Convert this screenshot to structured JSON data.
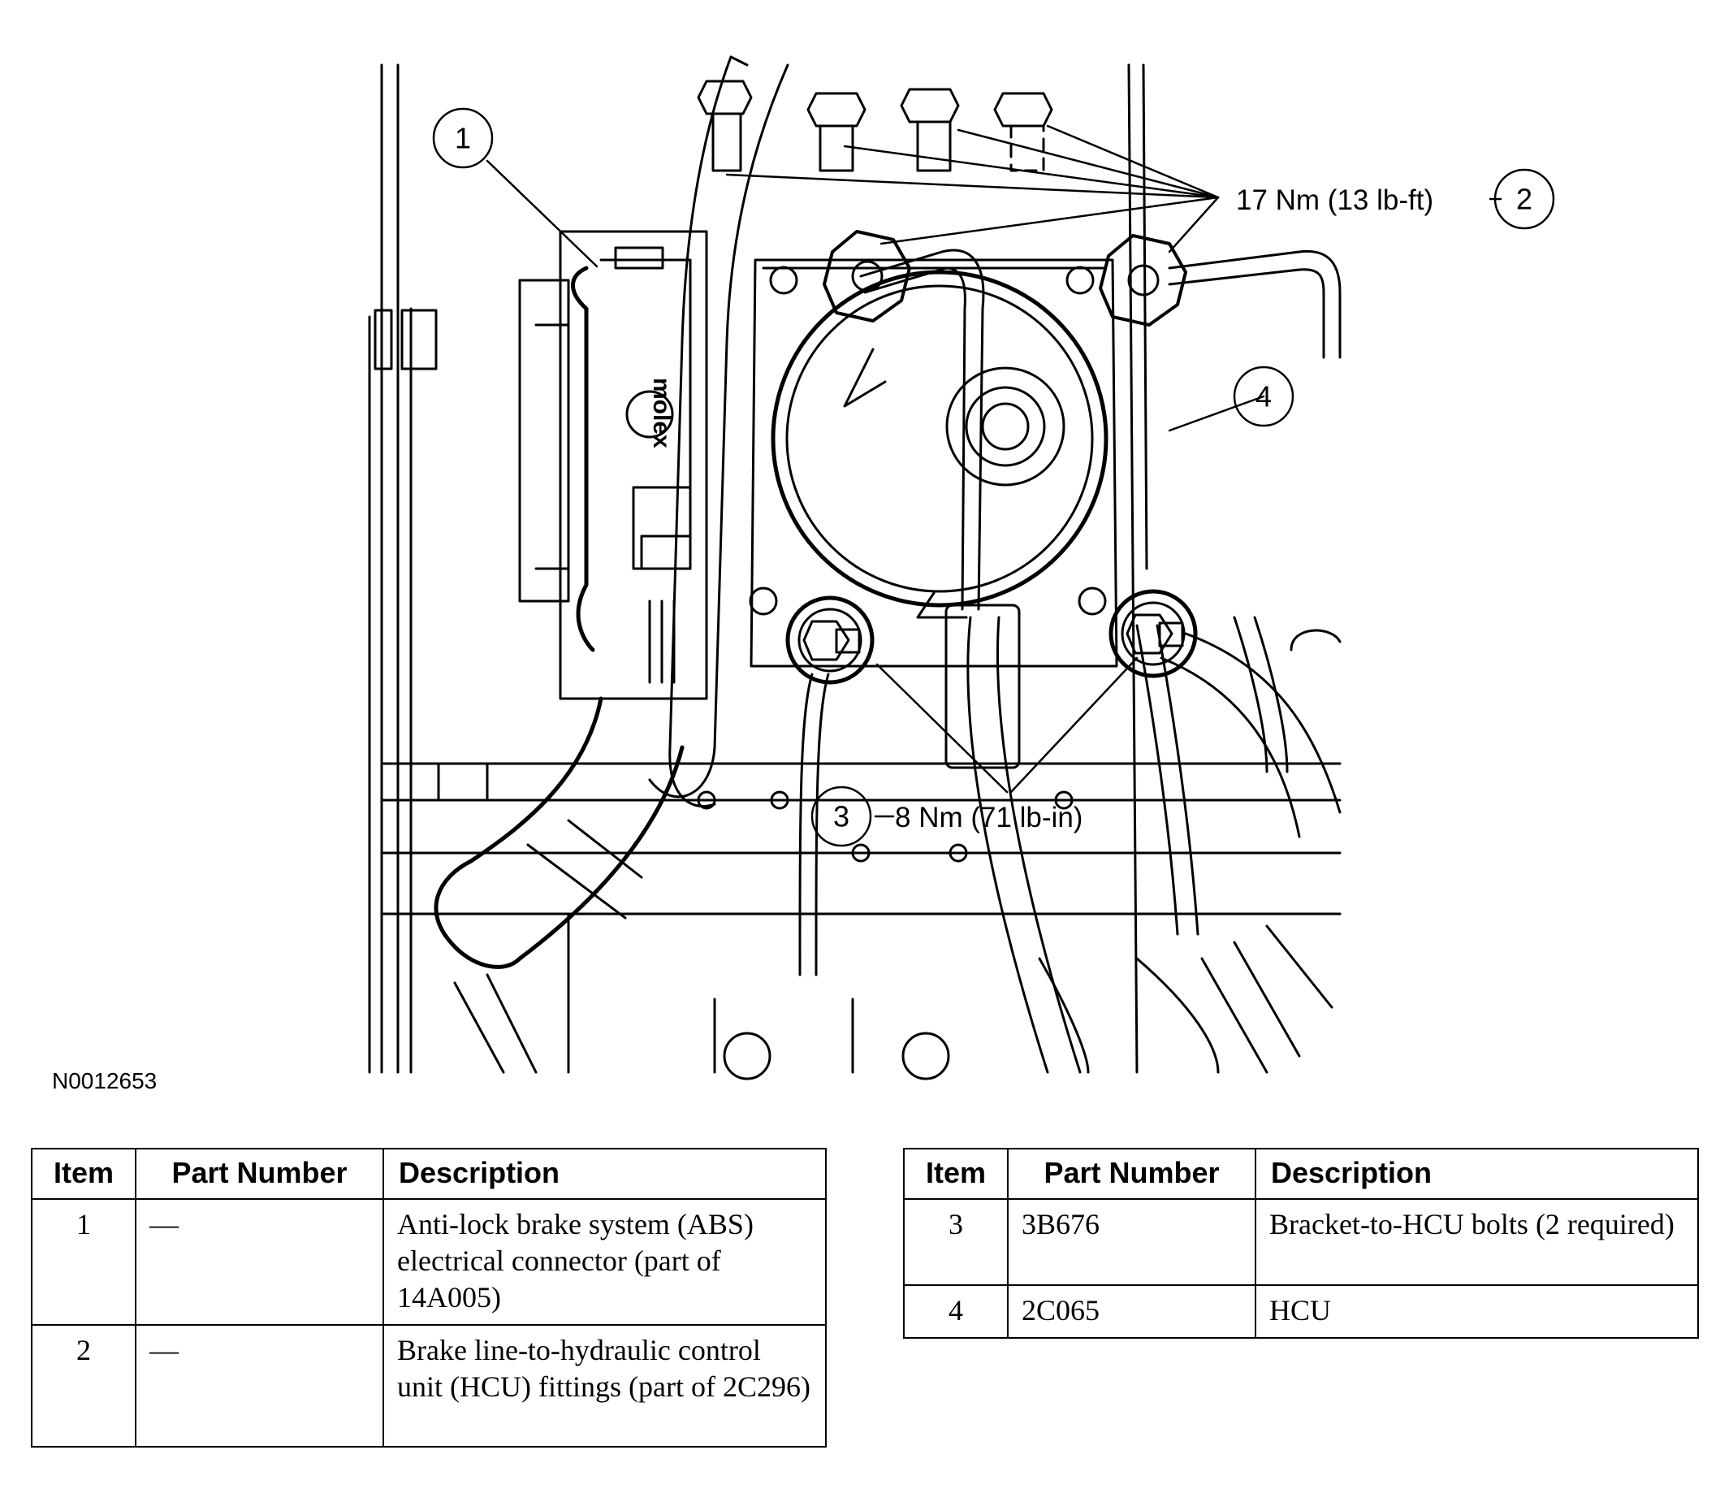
{
  "figure_id": "N0012653",
  "callouts": [
    {
      "number": "1",
      "label": ""
    },
    {
      "number": "2",
      "label": "17 Nm (13 lb-ft)"
    },
    {
      "number": "3",
      "label": "8 Nm (71 lb-in)"
    },
    {
      "number": "4",
      "label": ""
    }
  ],
  "connector_logo": "molex",
  "tables": [
    {
      "headers": [
        "Item",
        "Part Number",
        "Description"
      ],
      "rows": [
        {
          "item": "1",
          "part_number": "—",
          "description": "Anti-lock brake system (ABS) electrical connector (part of 14A005)"
        },
        {
          "item": "2",
          "part_number": "—",
          "description": "Brake line-to-hydraulic control unit (HCU) fittings (part of 2C296)"
        }
      ]
    },
    {
      "headers": [
        "Item",
        "Part Number",
        "Description"
      ],
      "rows": [
        {
          "item": "3",
          "part_number": "3B676",
          "description": "Bracket-to-HCU bolts (2 required)"
        },
        {
          "item": "4",
          "part_number": "2C065",
          "description": "HCU"
        }
      ]
    }
  ]
}
